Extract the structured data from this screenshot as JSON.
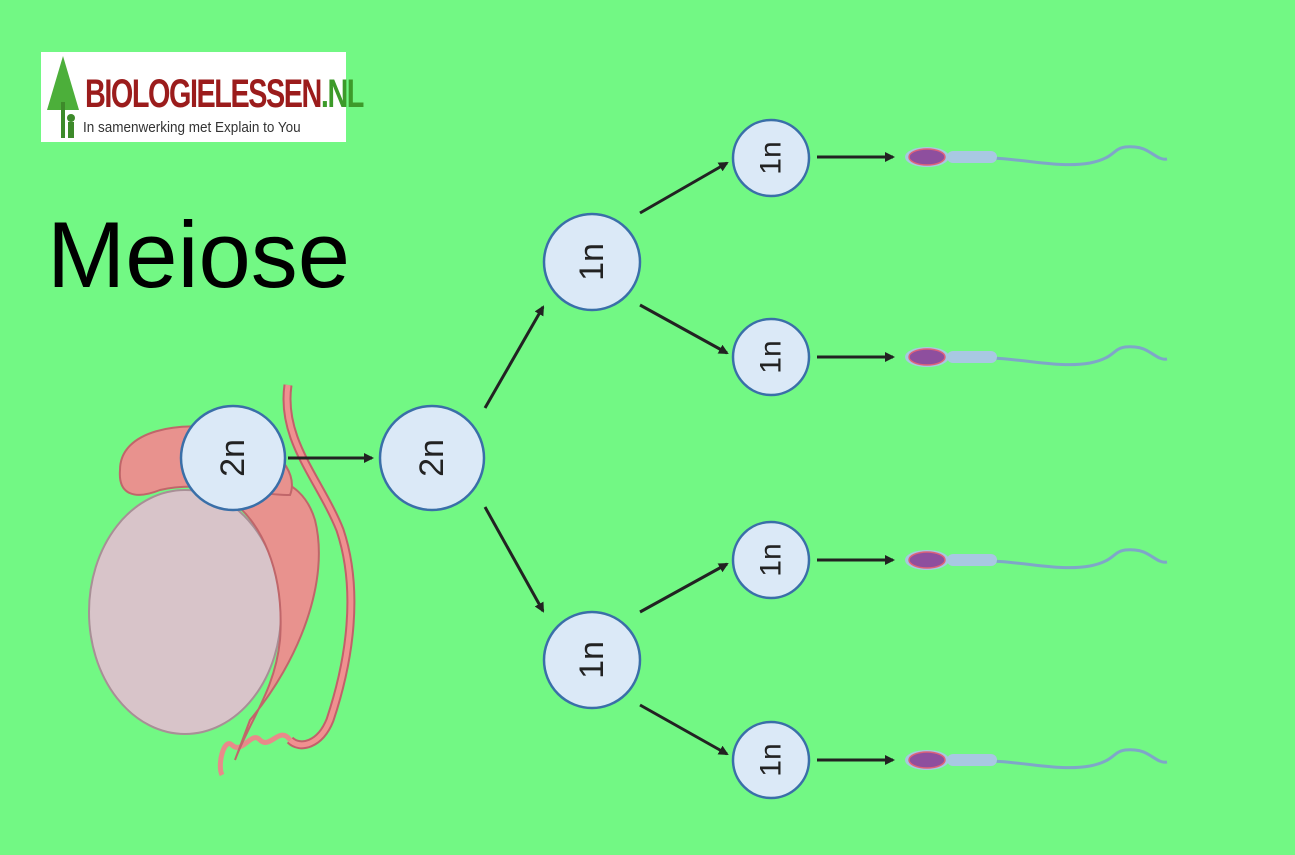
{
  "logo": {
    "brand": "BIOLOGIELESSEN",
    "brand_suffix": ".NL",
    "tagline": "In samenwerking met Explain to You"
  },
  "title": "Meiose",
  "cells": {
    "testis_cell": "2n",
    "primary": "2n",
    "secondary_top": "1n",
    "secondary_bottom": "1n",
    "spermatid_1": "1n",
    "spermatid_2": "1n",
    "spermatid_3": "1n",
    "spermatid_4": "1n"
  },
  "colors": {
    "background": "#72f884",
    "cell_fill": "#dbe9f7",
    "cell_stroke": "#3a6fa8",
    "arrow": "#222222",
    "sperm_head": "#8e4f9e",
    "sperm_tail": "#9ec3e0"
  }
}
